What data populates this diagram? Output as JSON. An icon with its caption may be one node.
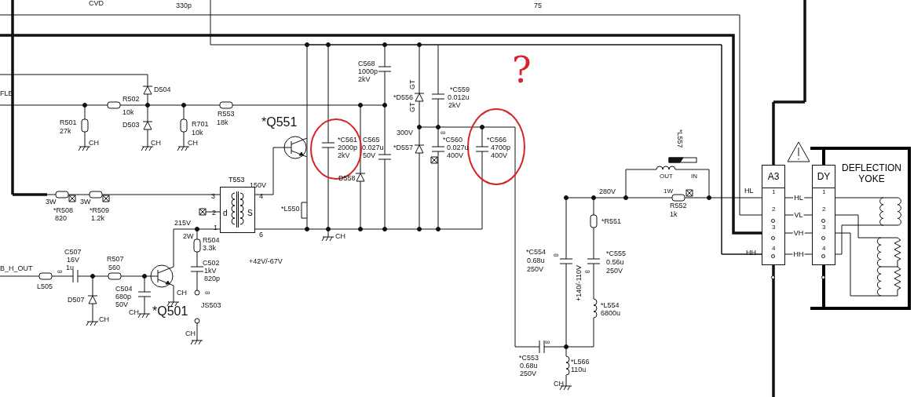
{
  "diagram": {
    "nodes": [
      {
        "text": [
          "T553",
          "d",
          "S"
        ],
        "beside": [
          "3",
          "4",
          "2",
          "1",
          "6"
        ]
      },
      {
        "text": [
          "A3"
        ],
        "beside": [
          "HL",
          "HH"
        ]
      },
      {
        "text": [
          "DEFLECTION YOKE"
        ]
      },
      {
        "text": [
          "DY"
        ],
        "in": 2
      }
    ],
    "edges": [
      {
        "from": 1,
        "to": 3,
        "arrow": "none",
        "label": "HL"
      },
      {
        "from": 1,
        "to": 3,
        "arrow": "none",
        "label": "VL"
      },
      {
        "from": 1,
        "to": 3,
        "arrow": "none",
        "label": "VH"
      },
      {
        "from": 1,
        "to": 3,
        "arrow": "none",
        "label": "HH"
      },
      {
        "from": null,
        "to": 1,
        "arrow": "none"
      },
      {
        "from": null,
        "to": 1,
        "arrow": "none",
        "style": "thick"
      },
      {
        "from": null,
        "to": 1,
        "arrow": "none"
      },
      {
        "from": 0,
        "to": 1,
        "arrow": "none"
      }
    ],
    "labels": [
      "CVD",
      "330p",
      "75",
      "C568",
      "?",
      "1000p",
      "2kV",
      "D504",
      "GT",
      "*C559",
      "FLB",
      "R502",
      "*D556",
      "0.012u",
      "2kV",
      "10k",
      "R553",
      "GT",
      "R501",
      "D503",
      "R701",
      "18k",
      "*Q551",
      "27k",
      "10k",
      "300V",
      "∞",
      "*L557",
      "CH",
      "CH",
      "CH",
      "*C561",
      "C565",
      "*C560",
      "*C566",
      "2000p",
      "0.027u",
      "*D557",
      "0.027u",
      "4700p",
      "2kV",
      "50V",
      "400V",
      "400V",
      "D558",
      "OUT",
      "IN",
      "150V",
      "280V",
      "1W",
      "1",
      "1",
      "3W",
      "3W",
      "R552",
      "*R508",
      "*R509",
      "*L550",
      "2",
      "2",
      "820",
      "1.2k",
      "1k",
      "215V",
      "*R551",
      "3",
      "3",
      "2W",
      "R504",
      "CH",
      "C507",
      "3.3k",
      "*C554",
      "∞",
      "*C555",
      "4",
      "4",
      "16V",
      "R507",
      "C502",
      "+42V/-67V",
      "0.68u",
      "+140/-110V",
      "0.56u",
      "B_H_OUT",
      "∞",
      "1u",
      "560",
      "1kV",
      "250V",
      "∞",
      "250V",
      "820p",
      "L505",
      "C504",
      "D507",
      "680p",
      "CH",
      "∞",
      "50V",
      "*Q501",
      "JS503",
      "*L554",
      "CH",
      "CH",
      "6800u",
      "CH",
      "∞",
      "*C553",
      "*L566",
      "0.68u",
      "110u",
      "250V",
      "CH"
    ]
  }
}
